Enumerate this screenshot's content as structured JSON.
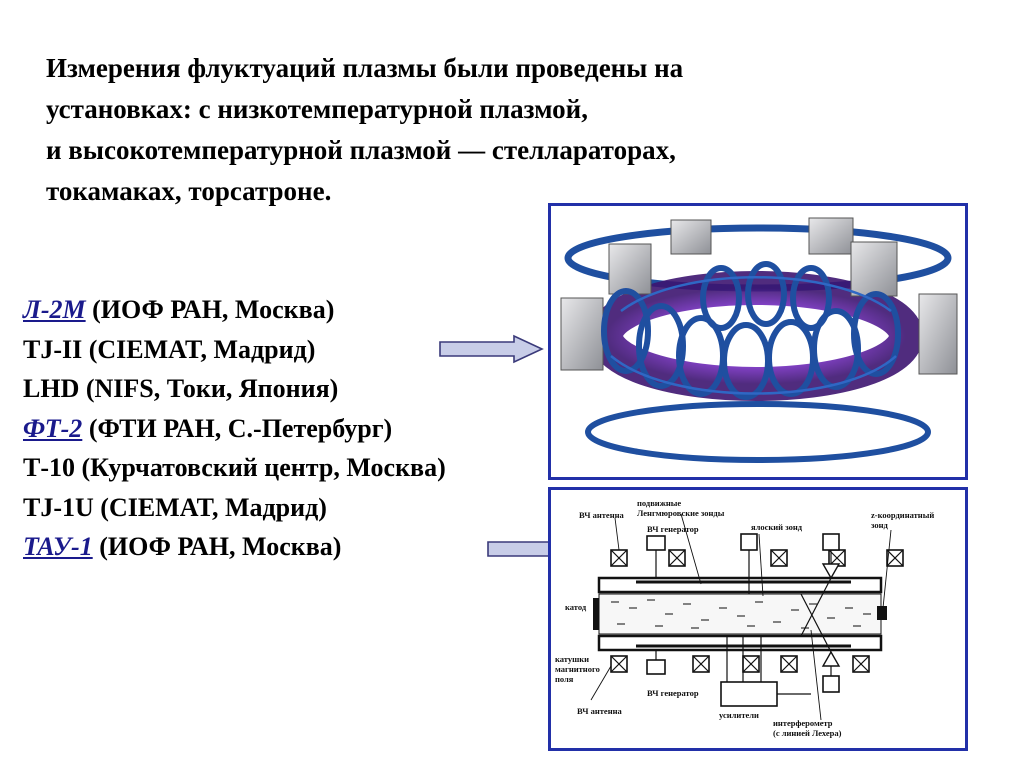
{
  "intro": {
    "lines": [
      "Измерения флуктуаций плазмы были проведены на",
      "установках: с низкотемпературной плазмой,",
      "и высокотемпературной плазмой — стеллараторах,",
      "токамаках, торсатроне."
    ]
  },
  "devices": [
    {
      "name": "Л-2М",
      "detail": "  (ИОФ РАН, Москва)",
      "highlight": true
    },
    {
      "name": "TJ-II",
      "detail": "  (CIEMAT, Мадрид)",
      "highlight": false
    },
    {
      "name": "LHD",
      "detail": "  (NIFS, Токи, Япония)",
      "highlight": false
    },
    {
      "name": "ФТ-2",
      "detail": " (ФТИ РАН, С.-Петербург)",
      "highlight": true
    },
    {
      "name": "Т-10",
      "detail": " (Курчатовский центр, Москва)",
      "highlight": false
    },
    {
      "name": "TJ-1U",
      "detail": " (CIEMAT, Мадрид)",
      "highlight": false
    },
    {
      "name": "ТАУ-1",
      "detail": " (ИОФ РАН, Москва)",
      "highlight": true
    }
  ],
  "schematic": {
    "labels": {
      "rf_antenna_top": "ВЧ антенна",
      "movable_probes_1": "подвижные",
      "movable_probes_2": "Ленгмюровские зонды",
      "rf_generator_top": "ВЧ генератор",
      "ball_probe": "ялоский зонд",
      "z_coord_1": "z-координатный",
      "z_coord_2": "зонд",
      "cathode": "катод",
      "coils_1": "катушки",
      "coils_2": "магнитного",
      "coils_3": "поля",
      "rf_generator_bottom": "ВЧ генератор",
      "rf_antenna_bottom": "ВЧ антенна",
      "amplifiers": "усилители",
      "interferometer_1": "интерферометр",
      "interferometer_2": "(с линией Лехера)"
    }
  },
  "colors": {
    "panel_border": "#2230a8",
    "arrow_fill": "#c8cde8",
    "arrow_stroke": "#3a3a7a",
    "coil_blue": "#1f4fa0",
    "plasma_purple": "#7a2fc8",
    "highlight_text": "#1a1a8c"
  }
}
